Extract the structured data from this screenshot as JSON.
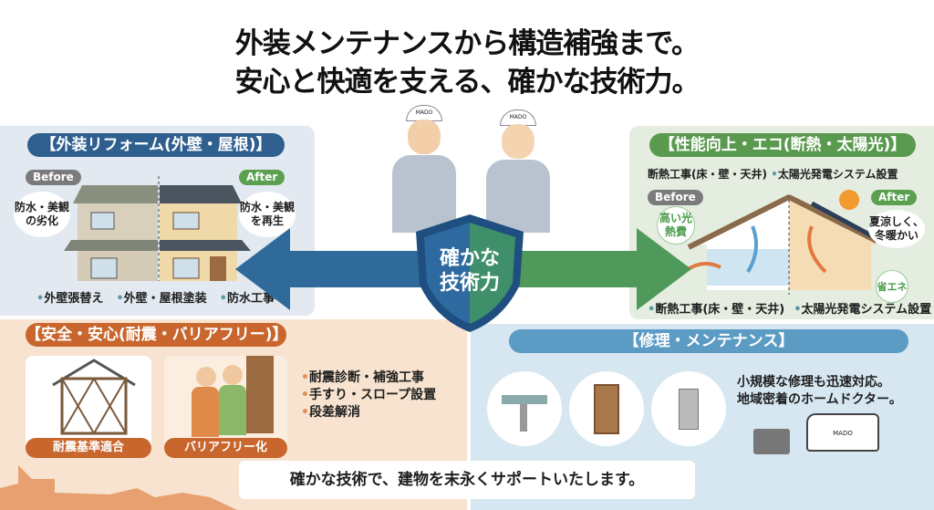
{
  "title": {
    "line1": "外装メンテナンスから構造補強まで。",
    "line2": "安心と快適を支える、確かな技術力。"
  },
  "center": {
    "shield_line1": "確かな",
    "shield_line2": "技術力",
    "cap_logo": "MADO"
  },
  "exterior": {
    "heading": "【外装リフォーム(外壁・屋根)】",
    "before": "Before",
    "after": "After",
    "before_note": "防水・美観の劣化",
    "after_note": "防水・美観を再生",
    "items": [
      "外壁張替え",
      "外壁・屋根塗装",
      "防水工事"
    ]
  },
  "eco": {
    "heading": "【性能向上・エコ(断熱・太陽光)】",
    "subtitle_left": "断熱工事(床・壁・天井)",
    "subtitle_right": "太陽光発電システム設置",
    "before": "Before",
    "after": "After",
    "before_note": "高い光熱費",
    "after_note": "夏涼しく、冬暖かい",
    "eco_badge": "省エネ",
    "items": [
      "断熱工事(床・壁・天井)",
      "太陽光発電システム設置"
    ]
  },
  "safety": {
    "heading": "【安全・安心(耐震・バリアフリー)】",
    "card1_label": "耐震基準適合",
    "card2_label": "バリアフリー化",
    "items": [
      "耐震診断・補強工事",
      "手すり・スロープ設置",
      "段差解消"
    ]
  },
  "repair": {
    "heading": "【修理・メンテナンス】",
    "desc_line1": "小規模な修理も迅速対応。",
    "desc_line2": "地域密着のホームドクター。",
    "van_logo": "MADO"
  },
  "footer": {
    "message": "確かな技術で、建物を末永くサポートいたします。"
  },
  "colors": {
    "blue": "#2f5f8f",
    "green": "#5a9a4f",
    "orange": "#c8662e",
    "sky": "#5b9bc4"
  }
}
